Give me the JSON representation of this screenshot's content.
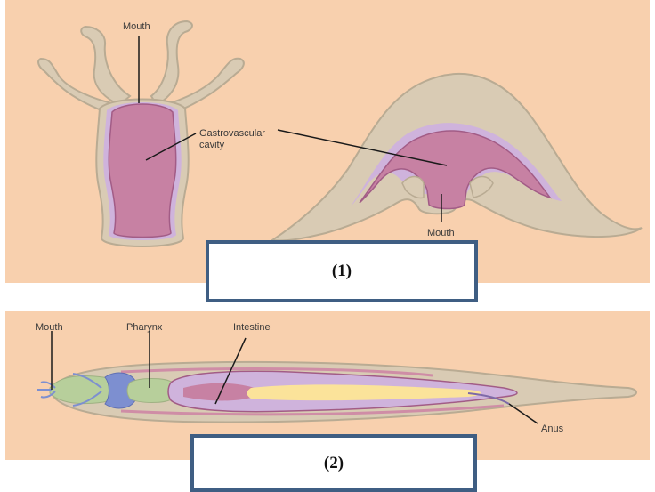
{
  "colors": {
    "background_panel": "#f8d0ae",
    "body_tissue": "#d9cbb4",
    "body_outline": "#b9ab93",
    "cavity_fill": "#c781a3",
    "cavity_edge": "#a25c86",
    "gastrodermis": "#cfb3dc",
    "pharynx": "#b7cf9b",
    "mouth_region": "#7d8fd0",
    "intestine_core": "#fbe39a",
    "caption_border": "#3f5e83"
  },
  "top_panel": {
    "labels": {
      "mouth_hydra": "Mouth",
      "gastrovascular_line1": "Gastrovascular",
      "gastrovascular_line2": "cavity",
      "mouth_medusa": "Mouth"
    },
    "caption": "(1)"
  },
  "bottom_panel": {
    "labels": {
      "mouth": "Mouth",
      "pharynx": "Pharynx",
      "intestine": "Intestine",
      "anus": "Anus"
    },
    "caption": "(2)"
  }
}
